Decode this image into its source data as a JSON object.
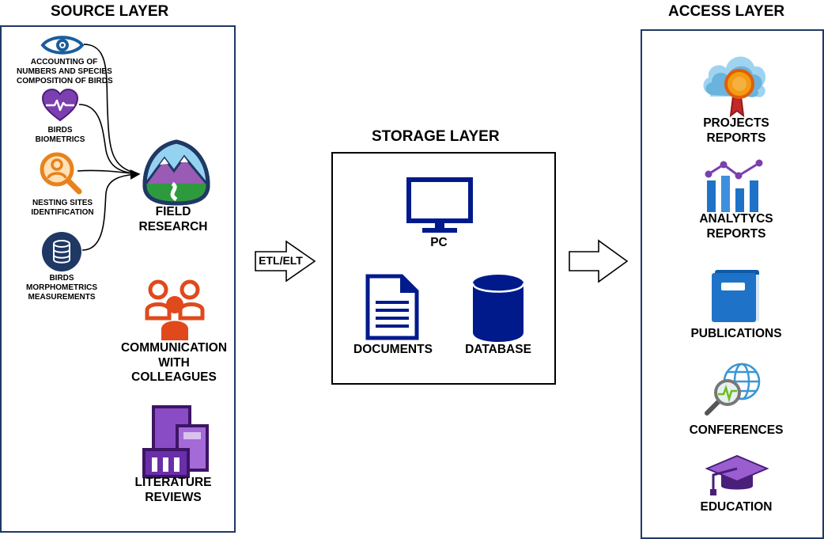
{
  "source_layer": {
    "title": "SOURCE LAYER",
    "items": [
      {
        "icon": "eye-icon",
        "lines": [
          "ACCOUNTING OF",
          "NUMBERS AND SPECIES",
          "COMPOSITION OF BIRDS"
        ]
      },
      {
        "icon": "heartbeat-icon",
        "lines": [
          "BIRDS",
          "BIOMETRICS"
        ]
      },
      {
        "icon": "magnifier-person-icon",
        "lines": [
          "NESTING SITES",
          "IDENTIFICATION"
        ]
      },
      {
        "icon": "database-disc-icon",
        "lines": [
          "BIRDS",
          "MORPHOMETRICS",
          "MEASUREMENTS"
        ]
      }
    ],
    "field_research": {
      "icon": "mountain-badge-icon",
      "lines": [
        "FIELD",
        "RESEARCH"
      ]
    },
    "communication": {
      "icon": "people-group-icon",
      "lines": [
        "COMMUNICATION",
        "WITH",
        "COLLEAGUES"
      ]
    },
    "literature": {
      "icon": "buildings-icon",
      "lines": [
        "LITERATURE",
        "REVIEWS"
      ]
    }
  },
  "etl_label": "ETL/ELT",
  "storage_layer": {
    "title": "STORAGE LAYER",
    "pc": {
      "icon": "monitor-icon",
      "label": "PC"
    },
    "documents": {
      "icon": "document-icon",
      "label": "DOCUMENTS"
    },
    "database": {
      "icon": "database-cylinder-icon",
      "label": "DATABASE"
    }
  },
  "access_layer": {
    "title": "ACCESS LAYER",
    "items": [
      {
        "icon": "cloud-award-icon",
        "lines": [
          "PROJECTS",
          "REPORTS"
        ]
      },
      {
        "icon": "analytics-chart-icon",
        "lines": [
          "ANALYTYCS",
          "REPORTS"
        ]
      },
      {
        "icon": "book-icon",
        "lines": [
          "PUBLICATIONS"
        ]
      },
      {
        "icon": "globe-search-icon",
        "lines": [
          "CONFERENCES"
        ]
      },
      {
        "icon": "graduation-cap-icon",
        "lines": [
          "EDUCATION"
        ]
      }
    ]
  },
  "colors": {
    "source_border": "#1f3864",
    "storage_border": "#000000",
    "access_border": "#1f3864",
    "navy": "#001a8c",
    "eye_blue": "#1a5d9c",
    "purple": "#7b3fb0",
    "orange": "#e8821c",
    "people_red": "#e0491b",
    "cloud_blue": "#6ab3dc",
    "book_blue": "#1e73c8"
  }
}
